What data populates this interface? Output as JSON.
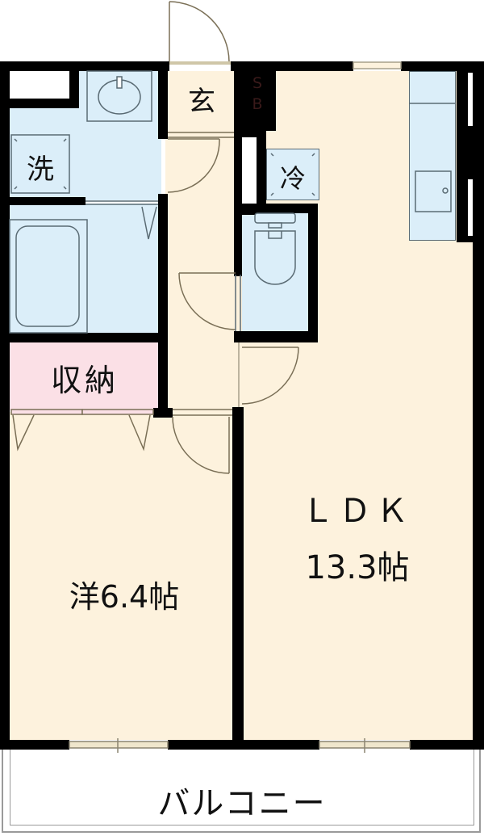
{
  "floor_plan": {
    "layout": "1LDK",
    "colors": {
      "living_floor": "#fdf2dd",
      "wet_area": "#dbeef9",
      "storage": "#fbe0e6",
      "wall": "#000000",
      "fixture_line": "#5a6b74",
      "door_line": "#7a6f56"
    },
    "rooms": {
      "entrance": {
        "label": "玄"
      },
      "shoe_box": {
        "label": "SB",
        "line1": "S",
        "line2": "B"
      },
      "washroom": {
        "label": "洗"
      },
      "refrigerator": {
        "label": "冷"
      },
      "storage": {
        "label": "収納"
      },
      "western_room": {
        "label": "洋6.4帖",
        "type": "洋",
        "size": "6.4帖"
      },
      "ldk": {
        "label": "LDK 13.3帖",
        "type": "ＬＤＫ",
        "size": "13.3帖"
      },
      "balcony": {
        "label": "バルコニー"
      }
    },
    "fixtures": [
      "washbasin",
      "washing-machine-pan",
      "bathtub",
      "toilet",
      "kitchen-sink",
      "kitchen-counter"
    ]
  }
}
